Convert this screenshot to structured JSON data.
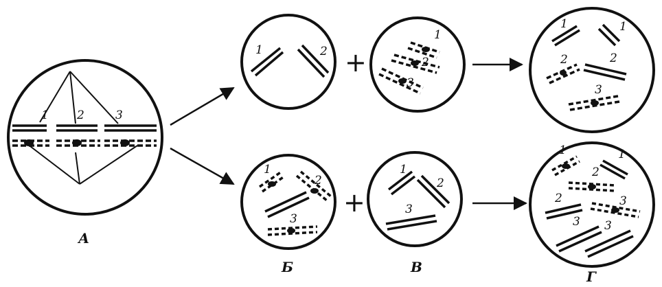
{
  "labels": {
    "cell_a": "А",
    "cell_b": "Б",
    "cell_v": "В",
    "cell_g": "Г"
  },
  "numbers": {
    "one": "1",
    "two": "2",
    "three": "3"
  },
  "operators": {
    "plus": "+"
  },
  "colors": {
    "ink": "#111111",
    "paper": "#ffffff"
  }
}
